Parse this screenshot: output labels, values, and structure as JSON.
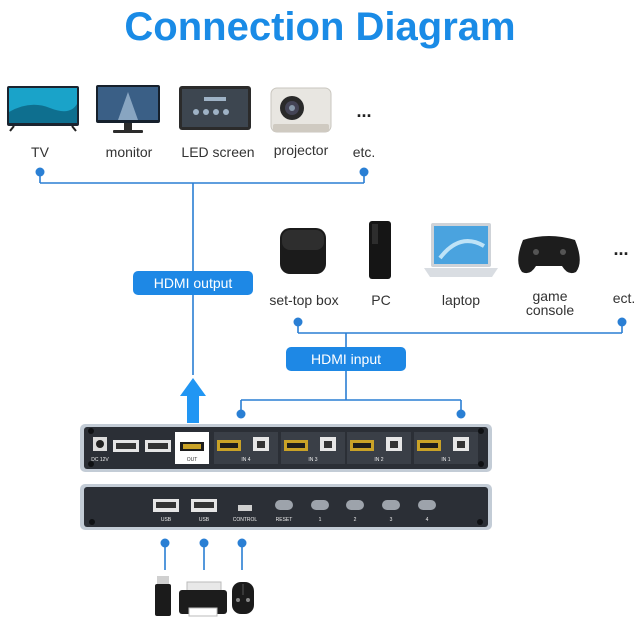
{
  "title": "Connection Diagram",
  "output_devices": [
    {
      "icon": "tv-icon",
      "label": "TV"
    },
    {
      "icon": "monitor-icon",
      "label": "monitor"
    },
    {
      "icon": "led-screen-icon",
      "label": "LED screen"
    },
    {
      "icon": "projector-icon",
      "label": "projector"
    },
    {
      "icon": "ellipsis-icon",
      "label": "etc.",
      "glyph": "..."
    }
  ],
  "input_devices": [
    {
      "icon": "set-top-box-icon",
      "label": "set-top box"
    },
    {
      "icon": "pc-icon",
      "label": "PC"
    },
    {
      "icon": "laptop-icon",
      "label": "laptop"
    },
    {
      "icon": "game-controller-icon",
      "label_line1": "game",
      "label_line2": "console"
    },
    {
      "icon": "ellipsis-icon",
      "label": "ect.",
      "glyph": "..."
    }
  ],
  "hdmi_output_label": "HDMI output",
  "hdmi_input_label": "HDMI input",
  "front_panel": {
    "ports": [
      "DC 12V",
      "OUT",
      "IN 4",
      "IN 3",
      "IN 2",
      "IN 1"
    ]
  },
  "back_panel": {
    "ports": [
      "USB",
      "USB",
      "CONTROL",
      "RESET",
      "1",
      "2",
      "3",
      "4"
    ]
  },
  "usb_peripherals": [
    "usb-flash-drive-icon",
    "printer-icon",
    "mouse-icon"
  ],
  "colors": {
    "accent": "#1e88e5",
    "title": "#1a8be6",
    "line": "#2a7fd4",
    "device_body": "#2b2f36",
    "device_rim": "#b9c4d0"
  }
}
